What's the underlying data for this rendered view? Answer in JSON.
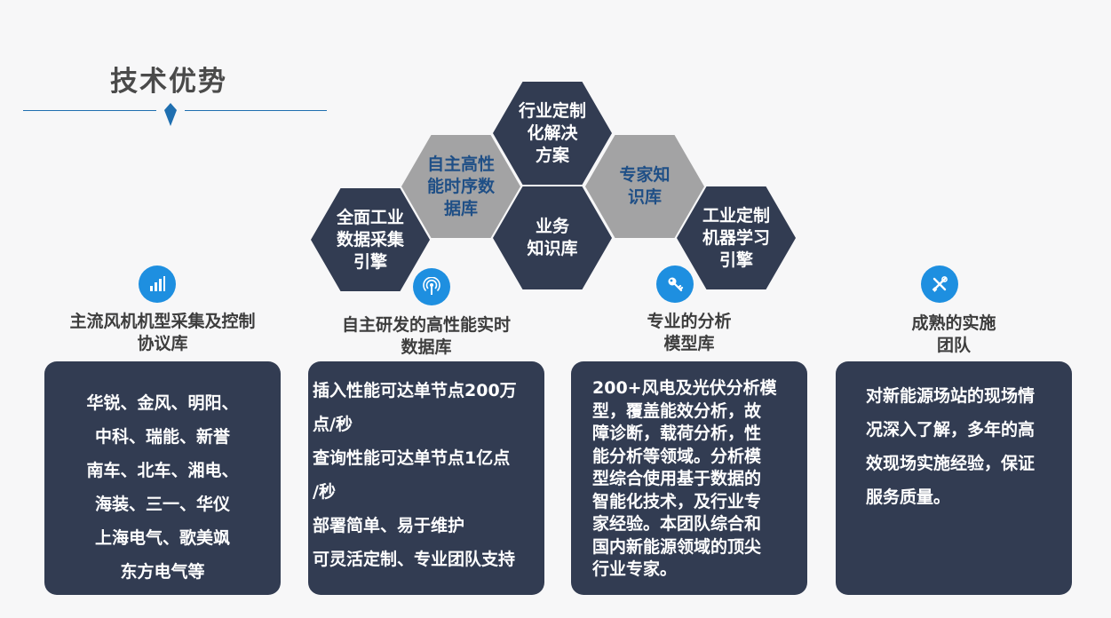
{
  "title": "技术优势",
  "hexagons": [
    {
      "label": "全面工业\n数据采集\n引擎",
      "style": "dark"
    },
    {
      "label": "自主高性\n能时序数\n据库",
      "style": "light"
    },
    {
      "label": "行业定制\n化解决\n方案",
      "style": "dark"
    },
    {
      "label": "业务\n知识库",
      "style": "dark"
    },
    {
      "label": "专家知\n识库",
      "style": "light"
    },
    {
      "label": "工业定制\n机器学习\n引擎",
      "style": "dark"
    }
  ],
  "columns": [
    {
      "icon": "bar-chart-icon",
      "heading": "主流风机机型采集及控制\n协议库",
      "lines": [
        "华锐、金风、明阳、",
        "中科、瑞能、新誉",
        "南车、北车、湘电、",
        "海装、三一、华仪",
        "上海电气、歌美飒",
        "东方电气等"
      ]
    },
    {
      "icon": "signal-icon",
      "heading": "自主研发的高性能实时\n数据库",
      "lines": [
        "插入性能可达单节点200万",
        "点/秒",
        "查询性能可达单节点1亿点",
        "/秒",
        "部署简单、易于维护",
        "可灵活定制、专业团队支持"
      ]
    },
    {
      "icon": "key-icon",
      "heading": "专业的分析\n模型库",
      "lines": [
        "200+风电及光伏分析模",
        "型，覆盖能效分析，故",
        "障诊断，载荷分析，性",
        "能分析等领域。分析模",
        "型综合使用基于数据的",
        "智能化技术，及行业专",
        "家经验。本团队综合和",
        "国内新能源领域的顶尖",
        "行业专家。"
      ]
    },
    {
      "icon": "tools-icon",
      "heading": "成熟的实施\n团队",
      "lines": [
        "对新能源场站的现场情",
        "况深入了解，多年的高",
        "效现场实施经验，保证",
        "服务质量。"
      ]
    }
  ],
  "colors": {
    "dark_navy": "#323c52",
    "gray_hex": "#a3a3a4",
    "accent_blue": "#1e8fe0",
    "line_blue": "#1f6fb0",
    "hex_light_text": "#1f4f86"
  }
}
